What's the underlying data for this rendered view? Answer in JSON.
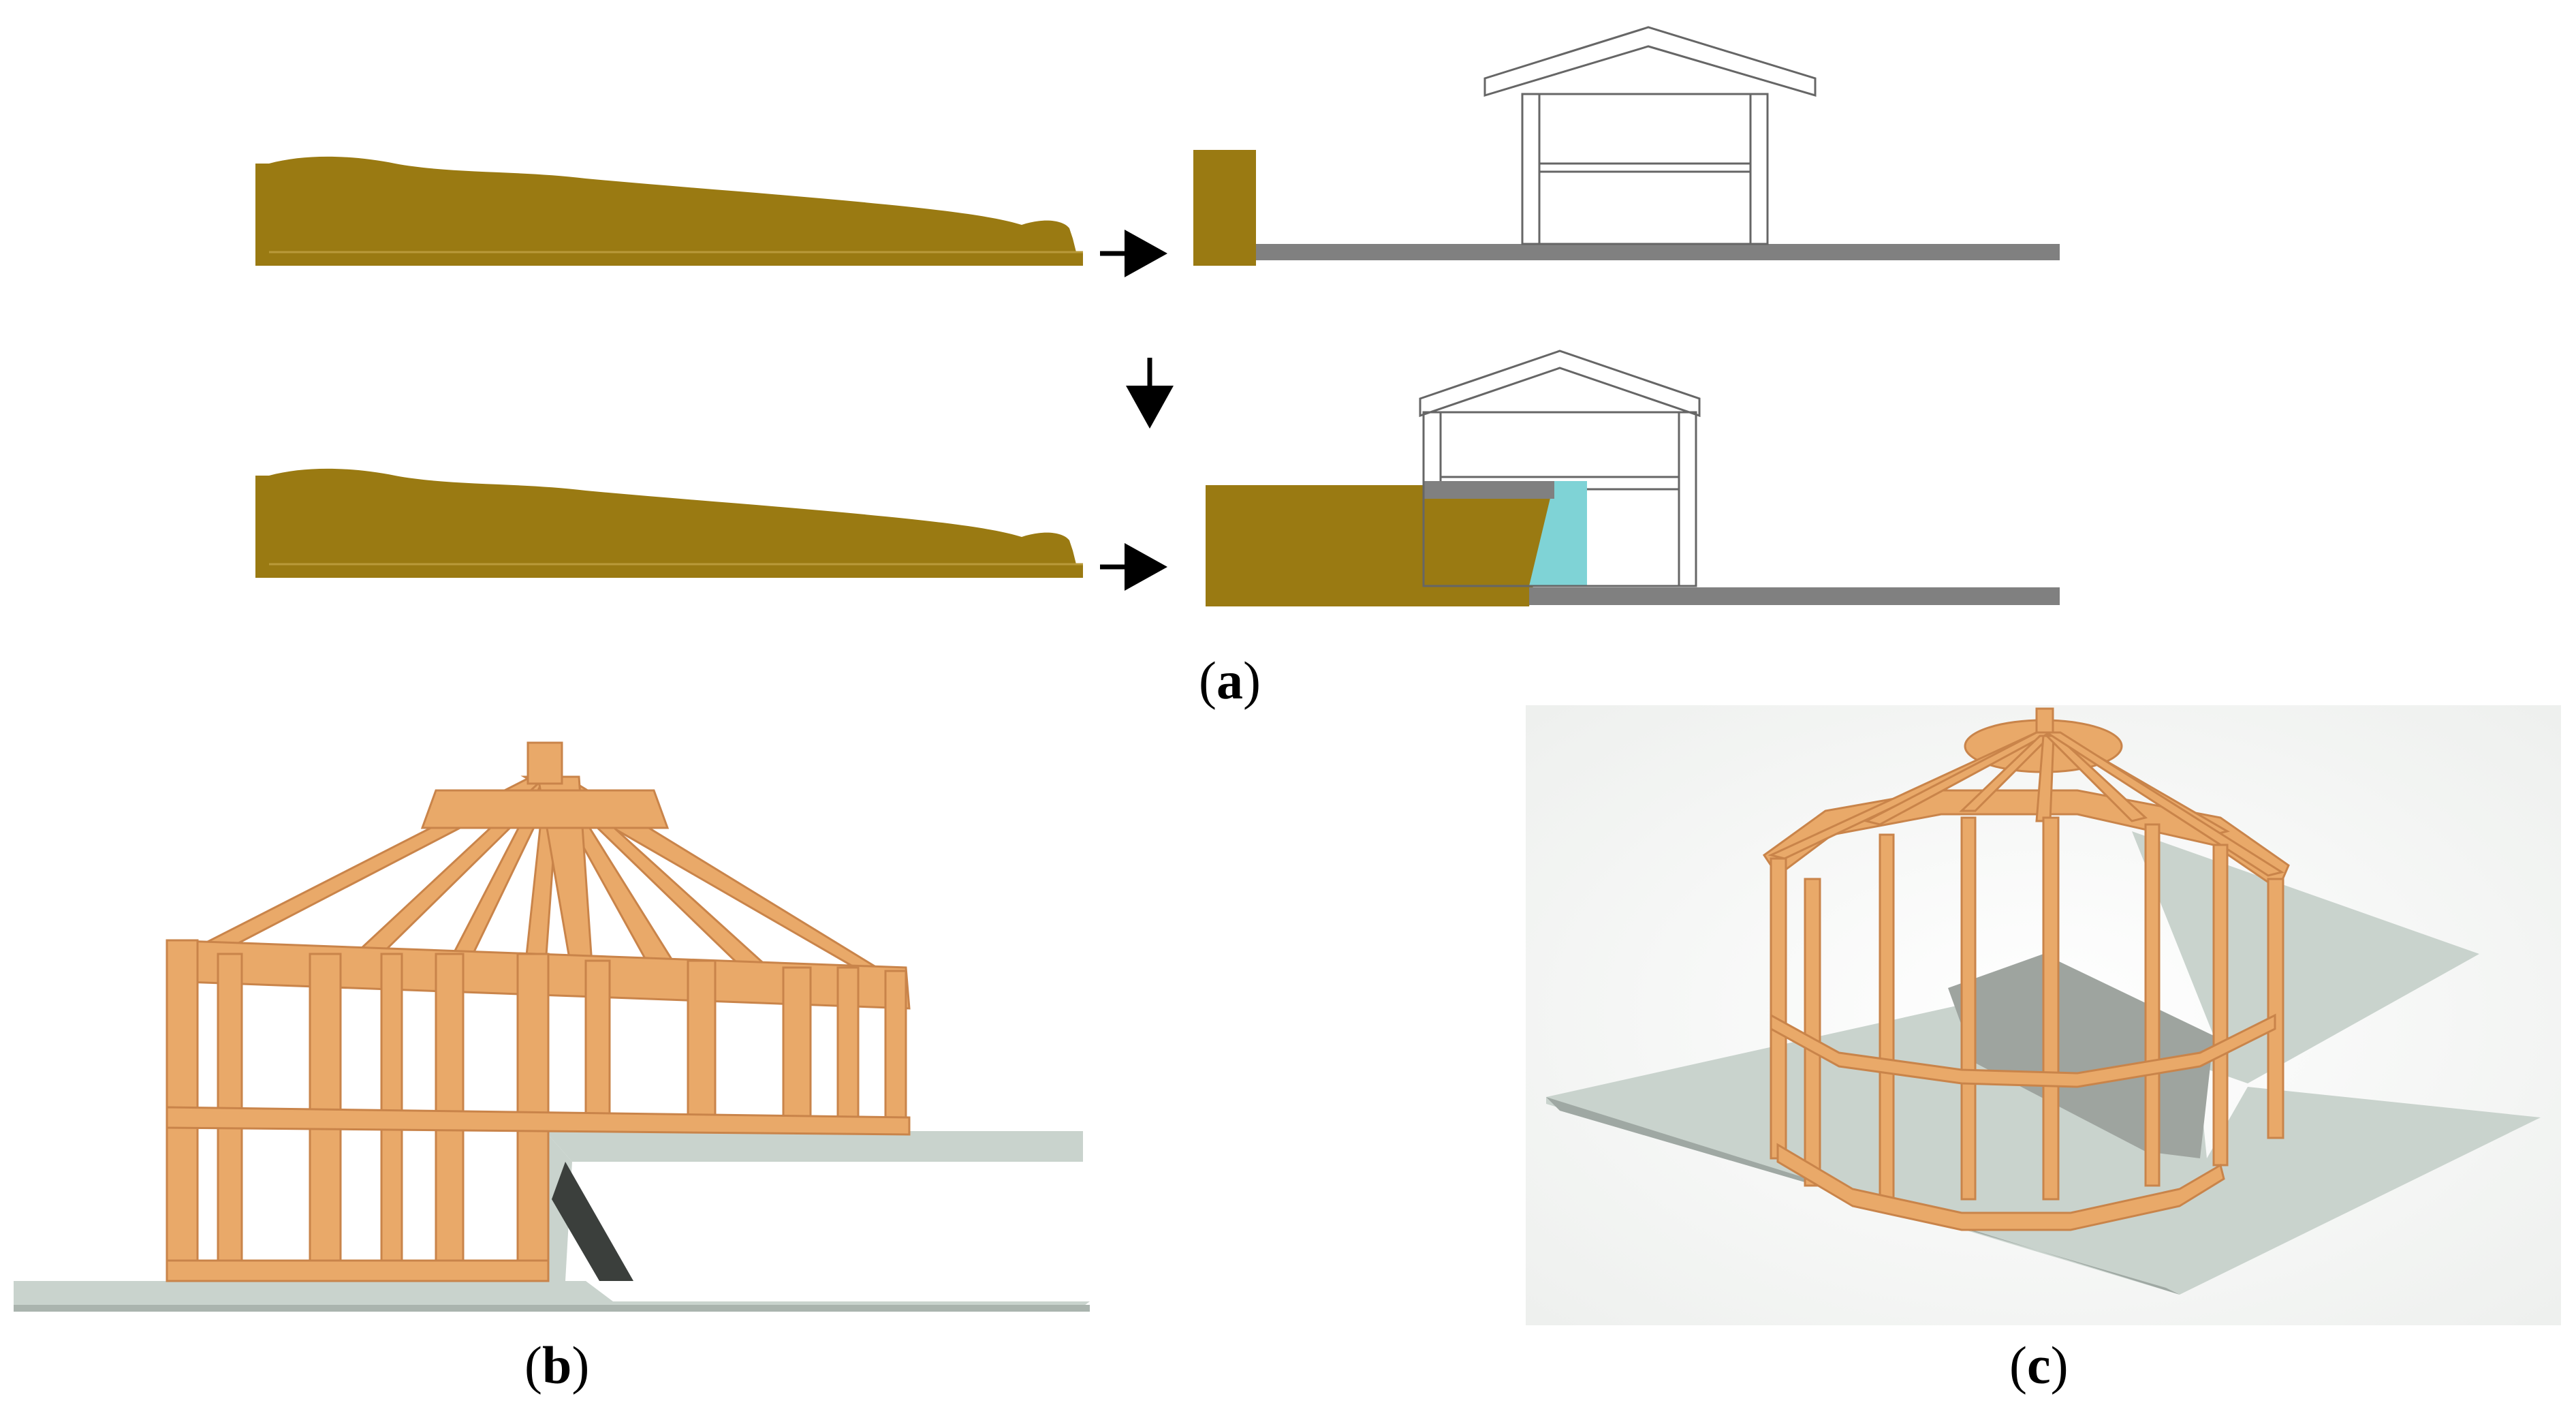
{
  "panels": {
    "a": {
      "label": "a"
    },
    "b": {
      "label": "b"
    },
    "c": {
      "label": "c"
    }
  },
  "colors": {
    "soil": "#9a7a12",
    "ground_line": "#808080",
    "retaining_wall": "#7fd3d6",
    "house_outline": "#666666",
    "timber": "#e9a969",
    "timber_dark": "#c9844a",
    "slab": "#c9d3cd",
    "slab_dark": "#9fa8a3"
  },
  "icons": [
    "right-arrow-icon",
    "down-arrow-icon"
  ]
}
